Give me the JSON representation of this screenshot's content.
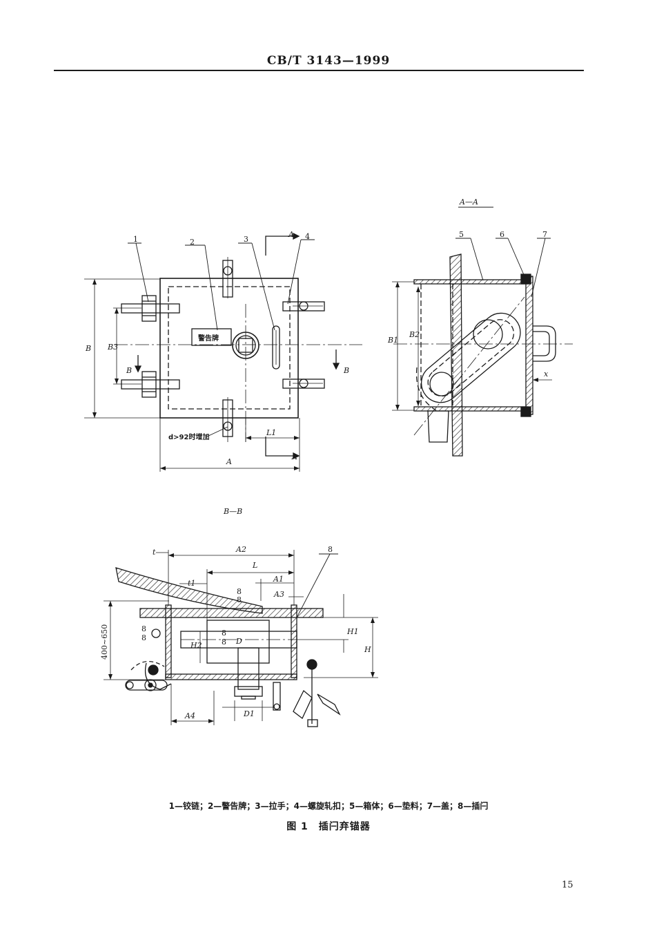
{
  "header": {
    "standard_code": "CB/T 3143—1999"
  },
  "figure": {
    "section_aa_label": "A—A",
    "section_bb_label": "B—B",
    "warning_plate_text": "警告牌",
    "note_text": "d>92时增加",
    "part_numbers": [
      "1",
      "2",
      "3",
      "4",
      "5",
      "6",
      "7",
      "8"
    ],
    "dims": {
      "A": "A",
      "B": "B",
      "B1": "B1",
      "B2": "B2",
      "B3": "B3",
      "L1": "L1",
      "A1": "A1",
      "A2": "A2",
      "A3": "A3",
      "A4": "A4",
      "L": "L",
      "H": "H",
      "H1": "H1",
      "H2": "H2",
      "D": "D",
      "D1": "D1",
      "t": "t",
      "t1": "t1",
      "x": "x",
      "range": "400~650",
      "fit": "8",
      "fit_den": "8"
    },
    "section_marks": {
      "A": "A",
      "B": "B"
    },
    "legend": "1—铰链；2—警告牌；3—拉手；4—螺旋轧扣；5—箱体；6—垫料；7—盖；8—插闩",
    "caption": "图 1　插闩弃锚器"
  },
  "page_number": "15"
}
